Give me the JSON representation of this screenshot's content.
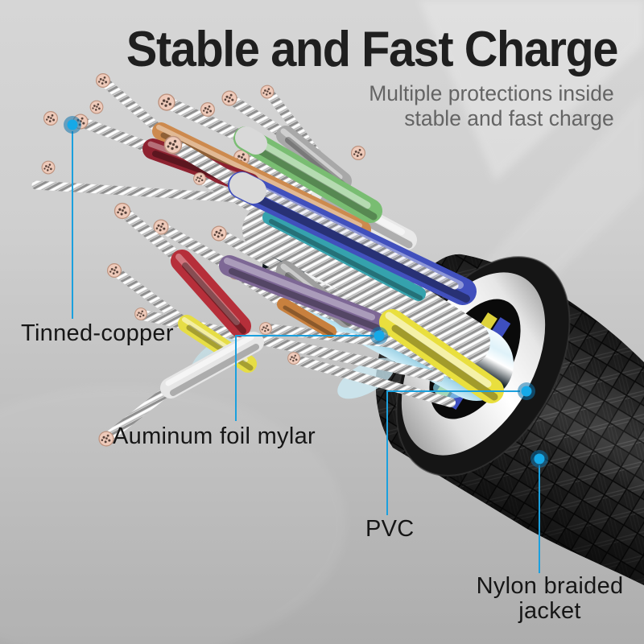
{
  "header": {
    "title": "Stable and Fast Charge",
    "subtitle_lines": [
      "Multiple protections inside",
      "stable and fast charge"
    ]
  },
  "callouts": {
    "tinned_copper": {
      "label": "Tinned-copper"
    },
    "aluminum_foil_mylar": {
      "label": "Auminum foil mylar"
    },
    "pvc": {
      "label": "PVC"
    },
    "nylon_braided_jacket": {
      "label_line1": "Nylon braided",
      "label_line2": "jacket"
    }
  },
  "colors": {
    "leader_line": "#1ba0de",
    "dot_center": "#15a9e8",
    "dot_ring": "#0d72ab",
    "title_text": "#1f1f1f",
    "subtitle_text": "#646464",
    "label_text": "#161616",
    "background_top": "#d6d6d6",
    "background_bottom": "#adadad",
    "jacket_braid": "#2b2b2b",
    "pvc_white": "#ffffff",
    "mylar_cyan": "#9fd3e6",
    "copper_tip": "#eecaba",
    "wires": {
      "white_top": "#e9e9e9",
      "gray1": "#a8a8a8",
      "orange_long": "#cd8a4e",
      "dark_red": "#8e2230",
      "green": "#79bd72",
      "teal": "#35a2ad",
      "royal_blue": "#4150bd",
      "gray2": "#9e9e9e",
      "small_orange": "#c8803e",
      "purple": "#7d6795",
      "big_yellow": "#e9df3e",
      "small_yellow": "#e6dd45",
      "bright_red": "#b62f3a",
      "white_down": "#e6e6e6"
    }
  }
}
